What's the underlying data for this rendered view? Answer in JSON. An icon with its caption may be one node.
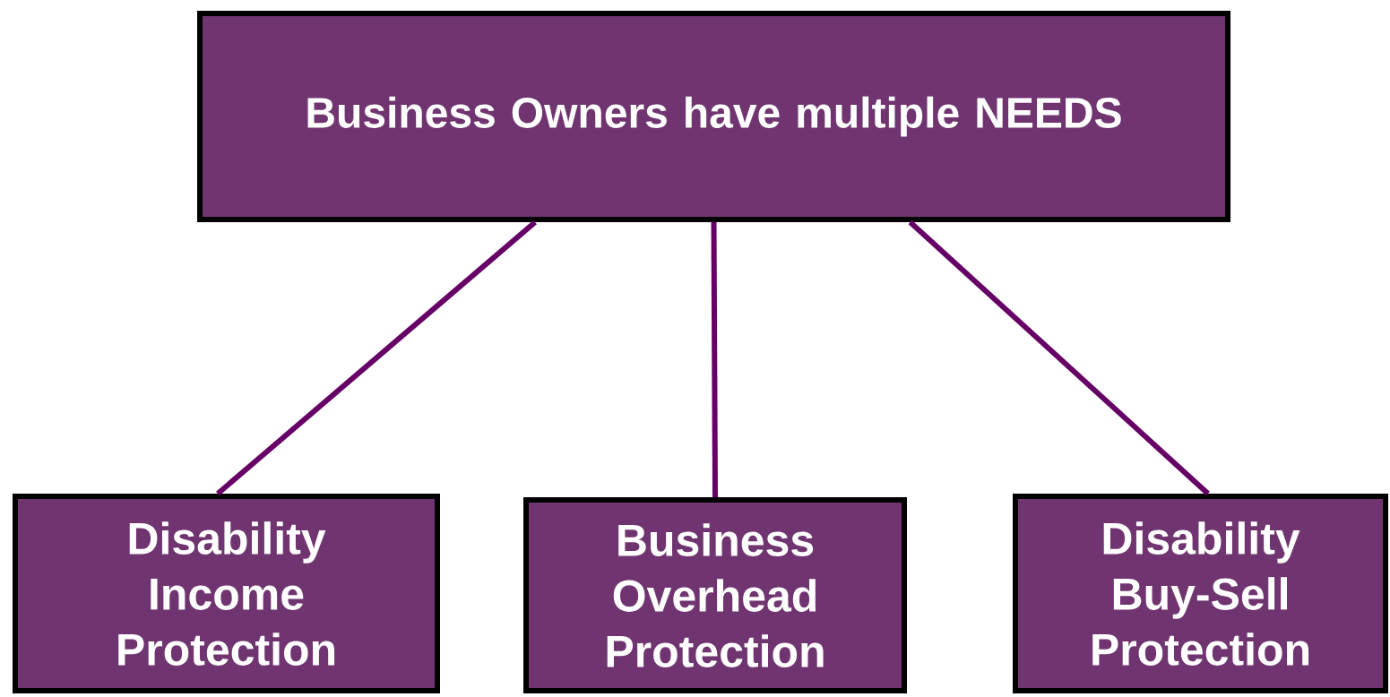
{
  "diagram": {
    "nodes": [
      {
        "text": [
          "Business Owners have multiple NEEDS"
        ]
      },
      {
        "text": [
          "Disability Income Protection"
        ]
      },
      {
        "text": [
          "Business Overhead Protection"
        ]
      },
      {
        "text": [
          "Disability Buy-Sell Protection"
        ]
      }
    ],
    "edges": [
      {
        "from": 0,
        "to": 1,
        "arrow": "none"
      },
      {
        "from": 0,
        "to": 2,
        "arrow": "none"
      },
      {
        "from": 0,
        "to": 3,
        "arrow": "none"
      }
    ]
  }
}
